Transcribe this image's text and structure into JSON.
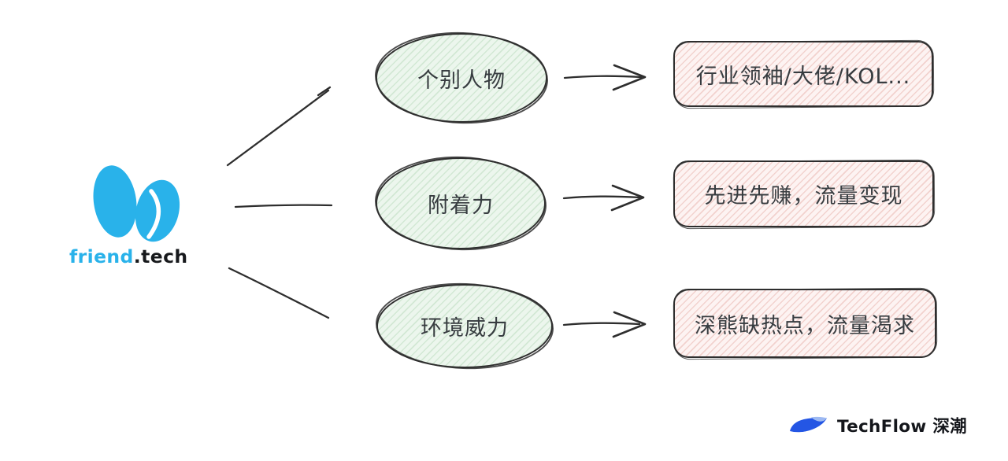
{
  "root": {
    "brand_blue": "friend",
    "brand_dark": ".tech"
  },
  "branches": [
    {
      "factor": "个别人物",
      "outcome": "行业领袖/大佬/KOL..."
    },
    {
      "factor": "附着力",
      "outcome": "先进先赚，流量变现"
    },
    {
      "factor": "环境威力",
      "outcome": "深熊缺热点，流量渴求"
    }
  ],
  "watermark": {
    "brand": "TechFlow 深潮"
  },
  "colors": {
    "friendtech_blue": "#29b2ea",
    "techflow_blue": "#2456e4",
    "techflow_blue_light": "#9db9f2",
    "factor_fill": "#ecf6ed",
    "factor_hatch": "#d2e8d4",
    "outcome_fill": "#fdf3f2",
    "outcome_hatch": "#f2d2ce",
    "outline_stroke": "#2e2e2e",
    "label_text": "#373c40"
  }
}
